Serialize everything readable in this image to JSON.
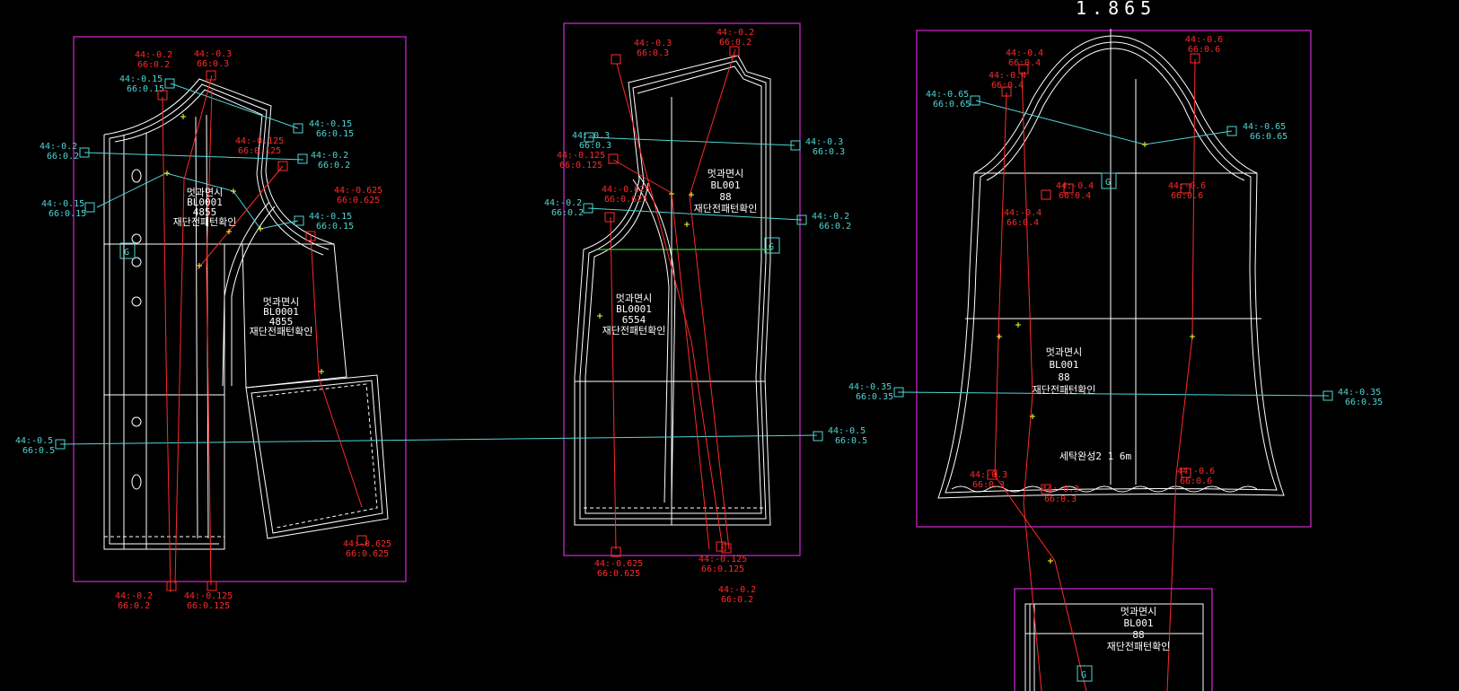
{
  "viewport": {
    "scale_readout": "1.865"
  },
  "colors": {
    "background": "#000000",
    "pattern": "#ffffff",
    "boundary": "#c426c4",
    "grade_cyan": "#4fd6d6",
    "grade_red": "#ff2a2a",
    "grain": "#33cc33",
    "notch": "#ffff33"
  },
  "cyan_labels": [
    {
      "l1": "44:-0.15",
      "l2": "66:0.15"
    },
    {
      "l1": "44:-0.15",
      "l2": "66:0.15"
    },
    {
      "l1": "44:-0.2",
      "l2": "66:0.2"
    },
    {
      "l1": "44:-0.2",
      "l2": "66:0.2"
    },
    {
      "l1": "44:-0.15",
      "l2": "66:0.15"
    },
    {
      "l1": "44:-0.15",
      "l2": "66:0.15"
    },
    {
      "l1": "44:-0.5",
      "l2": "66:0.5"
    },
    {
      "l1": "44:-0.5",
      "l2": "66:0.5"
    },
    {
      "l1": "44:-0.3",
      "l2": "66:0.3"
    },
    {
      "l1": "44:-0.3",
      "l2": "66:0.3"
    },
    {
      "l1": "44:-0.2",
      "l2": "66:0.2"
    },
    {
      "l1": "44:-0.2",
      "l2": "66:0.2"
    },
    {
      "l1": "44:-0.65",
      "l2": "66:0.65"
    },
    {
      "l1": "44:-0.65",
      "l2": "66:0.65"
    },
    {
      "l1": "44:-0.35",
      "l2": "66:0.35"
    },
    {
      "l1": "44:-0.35",
      "l2": "66:0.35"
    }
  ],
  "red_labels": [
    {
      "l1": "44:-0.3",
      "l2": "66:0.3"
    },
    {
      "l1": "44:-0.2",
      "l2": "66:0.2"
    },
    {
      "l1": "44:-0.125",
      "l2": "66:0.125"
    },
    {
      "l1": "44:-0.625",
      "l2": "66:0.625"
    },
    {
      "l1": "44:-0.625",
      "l2": "66:0.625"
    },
    {
      "l1": "44:-0.2",
      "l2": "66:0.2"
    },
    {
      "l1": "44:-0.125",
      "l2": "66:0.125"
    },
    {
      "l1": "44:-0.3",
      "l2": "66:0.3"
    },
    {
      "l1": "44:-0.2",
      "l2": "66:0.2"
    },
    {
      "l1": "44:-0.125",
      "l2": "66:0.125"
    },
    {
      "l1": "44:-0.625",
      "l2": "66:0.625"
    },
    {
      "l1": "44:-0.625",
      "l2": "66:0.625"
    },
    {
      "l1": "44:-0.125",
      "l2": "66:0.125"
    },
    {
      "l1": "44:-0.2",
      "l2": "66:0.2"
    },
    {
      "l1": "44:-0.4",
      "l2": "66:0.4"
    },
    {
      "l1": "44:-0.4",
      "l2": "66:0.4"
    },
    {
      "l1": "44:-0.6",
      "l2": "66:0.6"
    },
    {
      "l1": "44:-0.4",
      "l2": "66:0.4"
    },
    {
      "l1": "44:-0.4",
      "l2": "66:0.4"
    },
    {
      "l1": "44:-0.6",
      "l2": "66:0.6"
    },
    {
      "l1": "44:-0.3",
      "l2": "66:0.3"
    },
    {
      "l1": "44:-0.3",
      "l2": "66:0.3"
    },
    {
      "l1": "44:-0.6",
      "l2": "66:0.6"
    }
  ],
  "pieces": [
    {
      "name": "front",
      "lines": [
        "멋과면시",
        "BL0001",
        "4855",
        "재단전패턴확인"
      ]
    },
    {
      "name": "front-side",
      "lines": [
        "멋과면시",
        "BL0001",
        "4855",
        "재단전패턴확인"
      ]
    },
    {
      "name": "back",
      "lines": [
        "멋과면시",
        "BL001",
        "88",
        "재단전패턴확인"
      ]
    },
    {
      "name": "back-side",
      "lines": [
        "멋과면시",
        "BL0001",
        "6554",
        "재단전패턴확인"
      ]
    },
    {
      "name": "sleeve",
      "lines": [
        "멋과면시",
        "BL001",
        "88",
        "재단전패턴확인"
      ]
    },
    {
      "name": "sleeve-hem",
      "lines": [
        "세탁완성2 1 6m"
      ]
    },
    {
      "name": "collar",
      "lines": [
        "멋과면시",
        "BL001",
        "88",
        "재단전패턴확인"
      ]
    }
  ],
  "grain_markers": [
    {
      "label": "G"
    },
    {
      "label": "G"
    },
    {
      "label": "G"
    },
    {
      "label": "G"
    }
  ]
}
